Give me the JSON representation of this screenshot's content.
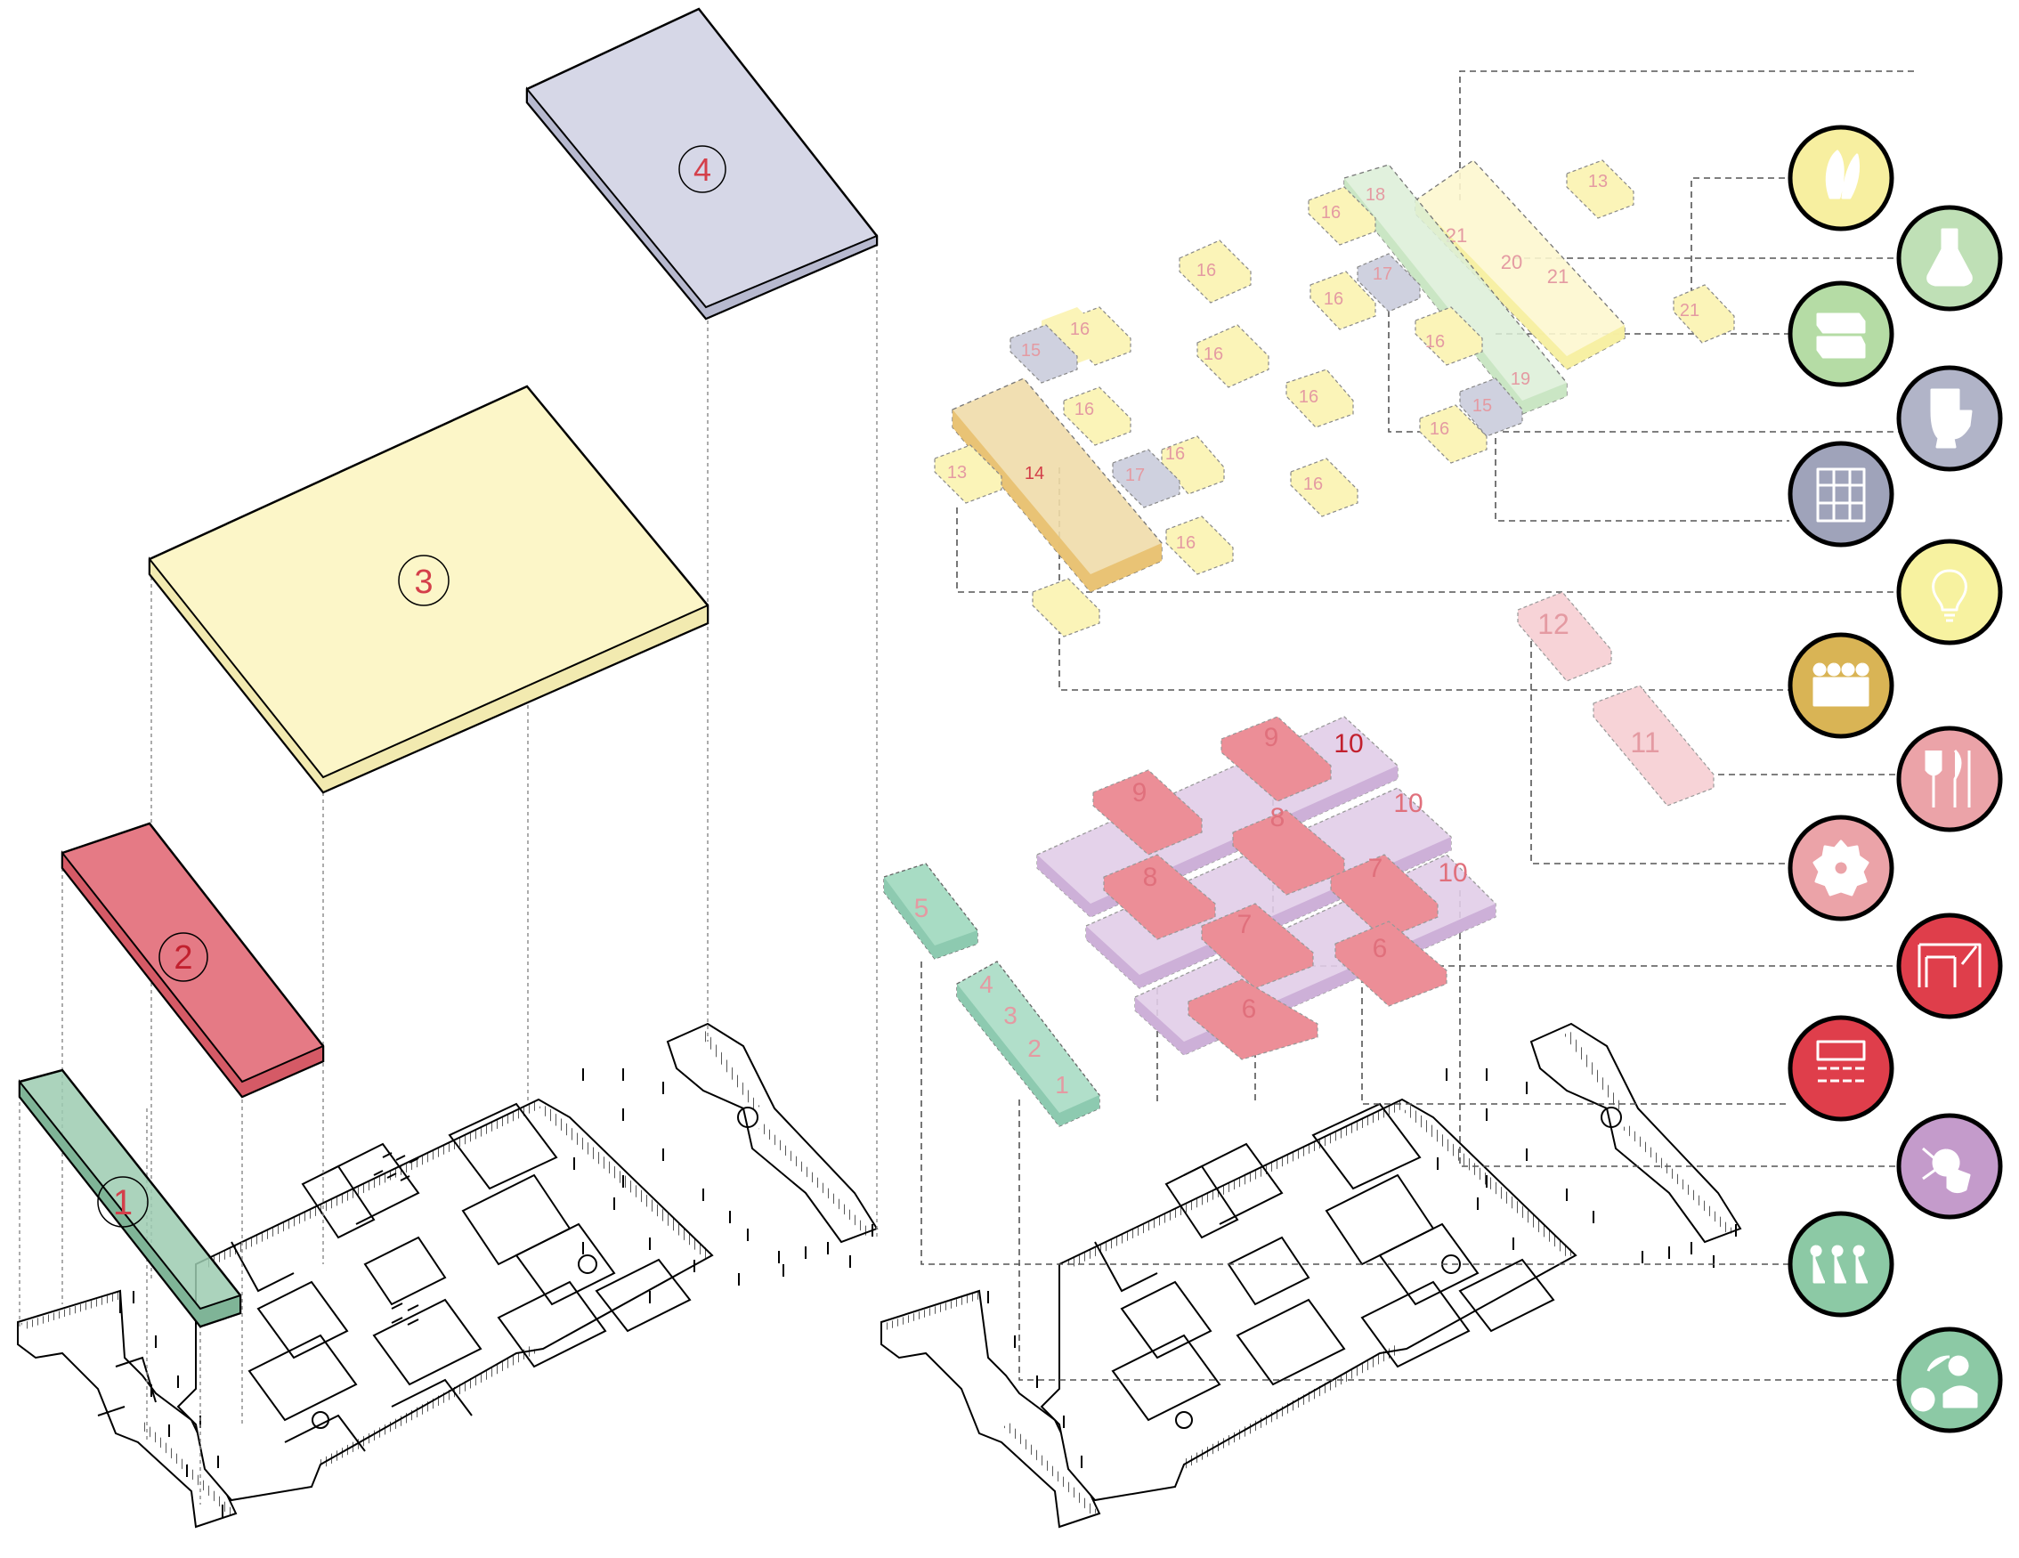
{
  "left_volumes": [
    {
      "label": "1",
      "color": "#9ccbb0"
    },
    {
      "label": "2",
      "color": "#e57a85"
    },
    {
      "label": "3",
      "color": "#fcf6c8"
    },
    {
      "label": "4",
      "color": "#d6d7e7"
    }
  ],
  "right_blocks": [
    {
      "label": "1"
    },
    {
      "label": "2"
    },
    {
      "label": "3"
    },
    {
      "label": "4"
    },
    {
      "label": "5"
    },
    {
      "label": "6"
    },
    {
      "label": "6"
    },
    {
      "label": "7"
    },
    {
      "label": "7"
    },
    {
      "label": "8"
    },
    {
      "label": "8"
    },
    {
      "label": "9"
    },
    {
      "label": "9"
    },
    {
      "label": "10"
    },
    {
      "label": "10"
    },
    {
      "label": "10"
    },
    {
      "label": "11"
    },
    {
      "label": "12"
    },
    {
      "label": "13"
    },
    {
      "label": "13"
    },
    {
      "label": "14"
    },
    {
      "label": "15"
    },
    {
      "label": "15"
    },
    {
      "label": "16"
    },
    {
      "label": "16"
    },
    {
      "label": "16"
    },
    {
      "label": "16"
    },
    {
      "label": "16"
    },
    {
      "label": "16"
    },
    {
      "label": "16"
    },
    {
      "label": "16"
    },
    {
      "label": "16"
    },
    {
      "label": "16"
    },
    {
      "label": "16"
    },
    {
      "label": "16"
    },
    {
      "label": "17"
    },
    {
      "label": "17"
    },
    {
      "label": "18"
    },
    {
      "label": "19"
    },
    {
      "label": "20"
    },
    {
      "label": "21"
    },
    {
      "label": "21"
    },
    {
      "label": "21"
    }
  ],
  "legend_icons": [
    {
      "icon": "corn-icon",
      "color": "#f7efa0"
    },
    {
      "icon": "flask-icon",
      "color": "#bfe0b6"
    },
    {
      "icon": "books-icon",
      "color": "#b5dca5"
    },
    {
      "icon": "toilet-icon",
      "color": "#b1b4c8"
    },
    {
      "icon": "shelves-icon",
      "color": "#9fa3ba"
    },
    {
      "icon": "lightbulb-icon",
      "color": "#f7f2a0"
    },
    {
      "icon": "group-icon",
      "color": "#d9b455"
    },
    {
      "icon": "cutlery-icon",
      "color": "#eba3a8"
    },
    {
      "icon": "gear-icon",
      "color": "#eba3a8"
    },
    {
      "icon": "desk-icon",
      "color": "#df3e4b"
    },
    {
      "icon": "auditorium-icon",
      "color": "#df3e4b"
    },
    {
      "icon": "touch-icon",
      "color": "#c49bcb"
    },
    {
      "icon": "waiting-room-icon",
      "color": "#8cc9a5"
    },
    {
      "icon": "admin-icon",
      "color": "#8cc9a5"
    }
  ]
}
